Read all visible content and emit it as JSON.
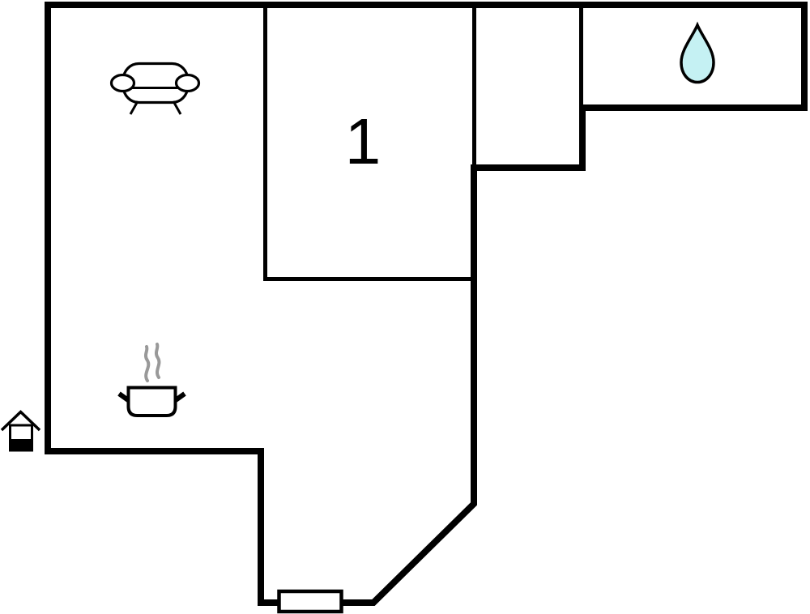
{
  "plan": {
    "type": "floorplan",
    "room_label": "1",
    "colors": {
      "wall": "#000000",
      "icon_stroke": "#000000",
      "water_drop_fill": "#c5f1f3",
      "steam": "#999999",
      "background": "#ffffff"
    },
    "icons": [
      {
        "name": "sofa-icon"
      },
      {
        "name": "cooking-pot-icon"
      },
      {
        "name": "water-drop-icon"
      },
      {
        "name": "house-icon"
      },
      {
        "name": "door-marker"
      }
    ]
  }
}
